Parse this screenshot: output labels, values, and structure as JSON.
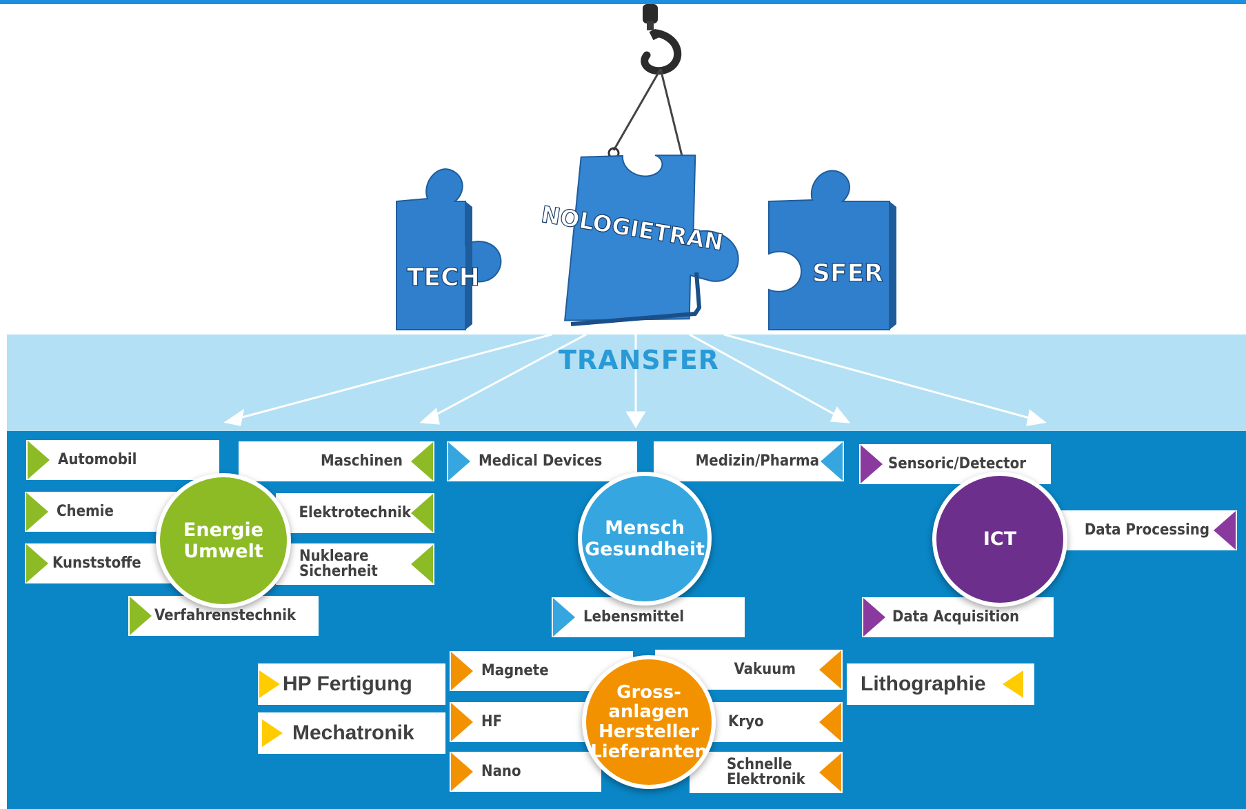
{
  "colors": {
    "band": "#b3e0f4",
    "panel": "#0a86c6",
    "puzzle": "#2f7fcc",
    "energie": "#8dbb25",
    "mensch": "#35a6df",
    "ict": "#6d2f8c",
    "gross": "#f39200",
    "yellow": "#ffcc00"
  },
  "puzzle": {
    "left": "TECH",
    "middle": "NOLOGIETRAN",
    "right": "SFER"
  },
  "transfer_label": "TRANSFER",
  "clusters": {
    "energie": {
      "lines": [
        "Energie",
        "Umwelt"
      ]
    },
    "mensch": {
      "lines": [
        "Mensch",
        "Gesundheit"
      ]
    },
    "ict": {
      "lines": [
        "ICT"
      ]
    },
    "gross": {
      "lines": [
        "Gross-",
        "anlagen",
        "Hersteller",
        "Lieferanten"
      ]
    }
  },
  "tags": {
    "automobil": "Automobil",
    "chemie": "Chemie",
    "kunststoffe": "Kunststoffe",
    "verfahrenstechnik": "Verfahrenstechnik",
    "maschinen": "Maschinen",
    "elektrotechnik": "Elektrotechnik",
    "nukleare": [
      "Nukleare",
      "Sicherheit"
    ],
    "medical_devices": "Medical Devices",
    "medizin_pharma": "Medizin/Pharma",
    "lebensmittel": "Lebensmittel",
    "sensoric": "Sensoric/Detector",
    "data_processing": "Data Processing",
    "data_acquisition": "Data Acquisition",
    "magnete": "Magnete",
    "hf": "HF",
    "nano": "Nano",
    "vakuum": "Vakuum",
    "kryo": "Kryo",
    "schnelle": [
      "Schnelle",
      "Elektronik"
    ],
    "hp_fertigung": "HP Fertigung",
    "mechatronik": "Mechatronik",
    "lithographie": "Lithographie"
  }
}
